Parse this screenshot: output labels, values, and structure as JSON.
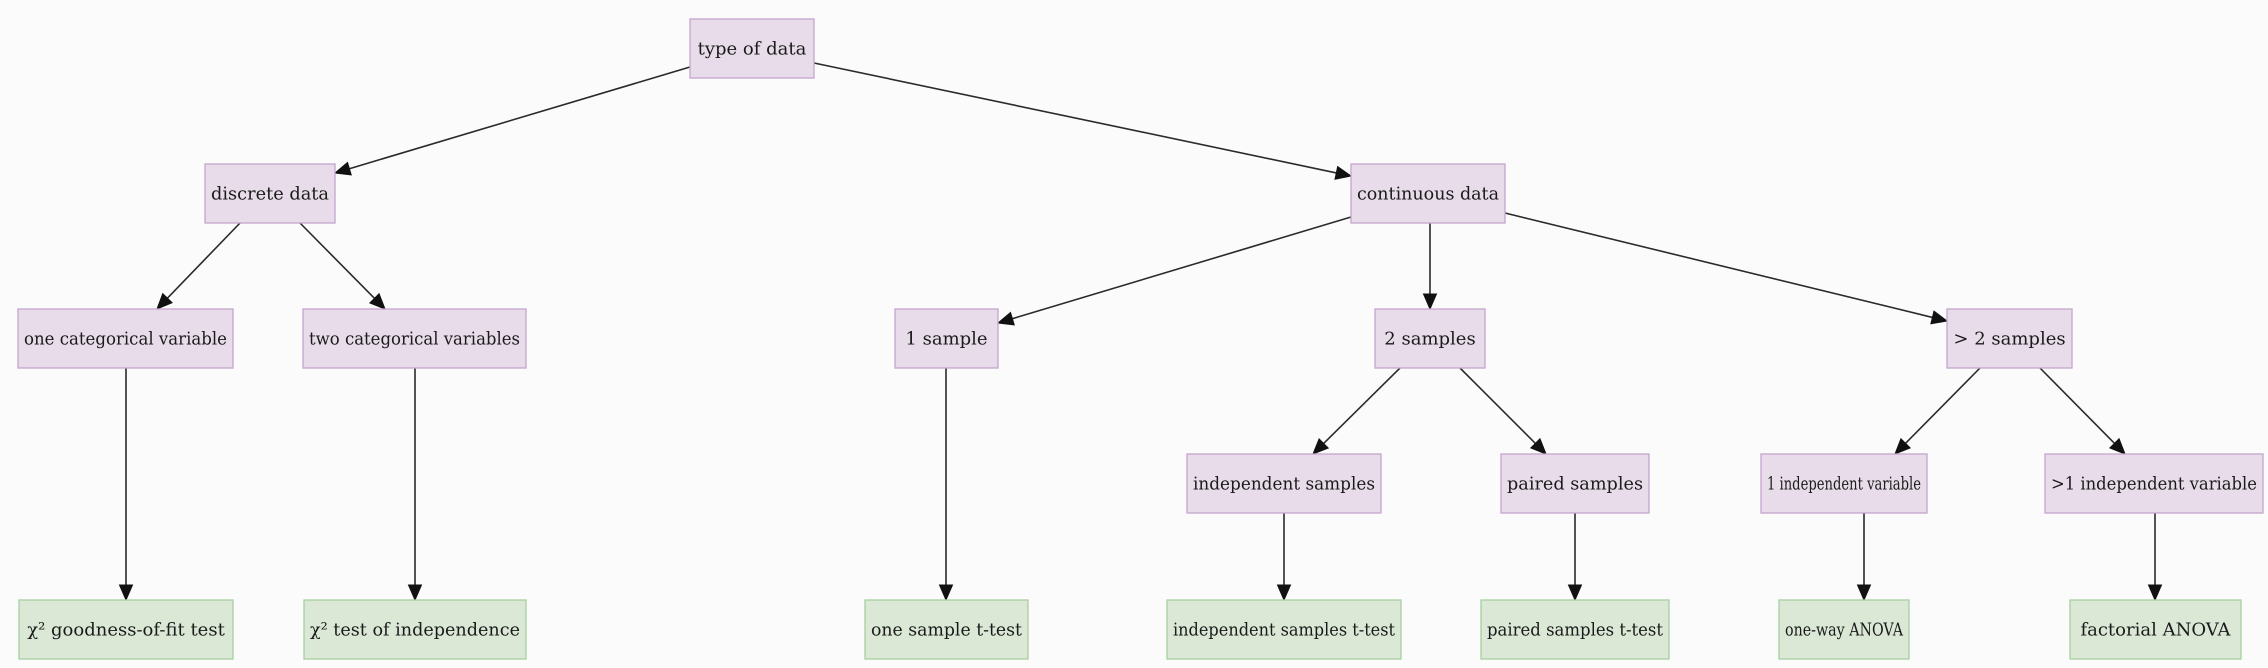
{
  "colors": {
    "decision_fill": "#e8dcea",
    "decision_border": "#c3a5cc",
    "test_fill": "#dbe8d6",
    "test_border": "#a9cea0",
    "edge": "#2a2a2a",
    "background": "#fcfbfb"
  },
  "nodes": [
    {
      "id": "type-of-data",
      "label": "type of data",
      "kind": "decision"
    },
    {
      "id": "discrete-data",
      "label": "discrete data",
      "kind": "decision"
    },
    {
      "id": "continuous-data",
      "label": "continuous data",
      "kind": "decision"
    },
    {
      "id": "one-categorical-variable",
      "label": "one categorical variable",
      "kind": "decision"
    },
    {
      "id": "two-categorical-variables",
      "label": "two categorical variables",
      "kind": "decision"
    },
    {
      "id": "one-sample",
      "label": "1 sample",
      "kind": "decision"
    },
    {
      "id": "two-samples",
      "label": "2 samples",
      "kind": "decision"
    },
    {
      "id": "more-than-two-samples",
      "label": "> 2 samples",
      "kind": "decision"
    },
    {
      "id": "independent-samples",
      "label": "independent samples",
      "kind": "decision"
    },
    {
      "id": "paired-samples",
      "label": "paired samples",
      "kind": "decision"
    },
    {
      "id": "one-independent-variable",
      "label": "1 independent variable",
      "kind": "decision"
    },
    {
      "id": "multiple-independent-variables",
      "label": ">1 independent variable",
      "kind": "decision"
    },
    {
      "id": "chi-square-goodness-of-fit",
      "label": "χ² goodness-of-fit test",
      "kind": "test"
    },
    {
      "id": "chi-square-independence",
      "label": "χ² test of independence",
      "kind": "test"
    },
    {
      "id": "one-sample-t-test",
      "label": "one sample t-test",
      "kind": "test"
    },
    {
      "id": "independent-samples-t-test",
      "label": "independent samples t-test",
      "kind": "test"
    },
    {
      "id": "paired-samples-t-test",
      "label": "paired samples t-test",
      "kind": "test"
    },
    {
      "id": "one-way-anova",
      "label": "one-way ANOVA",
      "kind": "test"
    },
    {
      "id": "factorial-anova",
      "label": "factorial ANOVA",
      "kind": "test"
    }
  ],
  "edges": [
    {
      "from": "type-of-data",
      "to": "discrete-data"
    },
    {
      "from": "type-of-data",
      "to": "continuous-data"
    },
    {
      "from": "discrete-data",
      "to": "one-categorical-variable"
    },
    {
      "from": "discrete-data",
      "to": "two-categorical-variables"
    },
    {
      "from": "one-categorical-variable",
      "to": "chi-square-goodness-of-fit"
    },
    {
      "from": "two-categorical-variables",
      "to": "chi-square-independence"
    },
    {
      "from": "continuous-data",
      "to": "one-sample"
    },
    {
      "from": "continuous-data",
      "to": "two-samples"
    },
    {
      "from": "continuous-data",
      "to": "more-than-two-samples"
    },
    {
      "from": "one-sample",
      "to": "one-sample-t-test"
    },
    {
      "from": "two-samples",
      "to": "independent-samples"
    },
    {
      "from": "two-samples",
      "to": "paired-samples"
    },
    {
      "from": "independent-samples",
      "to": "independent-samples-t-test"
    },
    {
      "from": "paired-samples",
      "to": "paired-samples-t-test"
    },
    {
      "from": "more-than-two-samples",
      "to": "one-independent-variable"
    },
    {
      "from": "more-than-two-samples",
      "to": "multiple-independent-variables"
    },
    {
      "from": "one-independent-variable",
      "to": "one-way-anova"
    },
    {
      "from": "multiple-independent-variables",
      "to": "factorial-anova"
    }
  ]
}
